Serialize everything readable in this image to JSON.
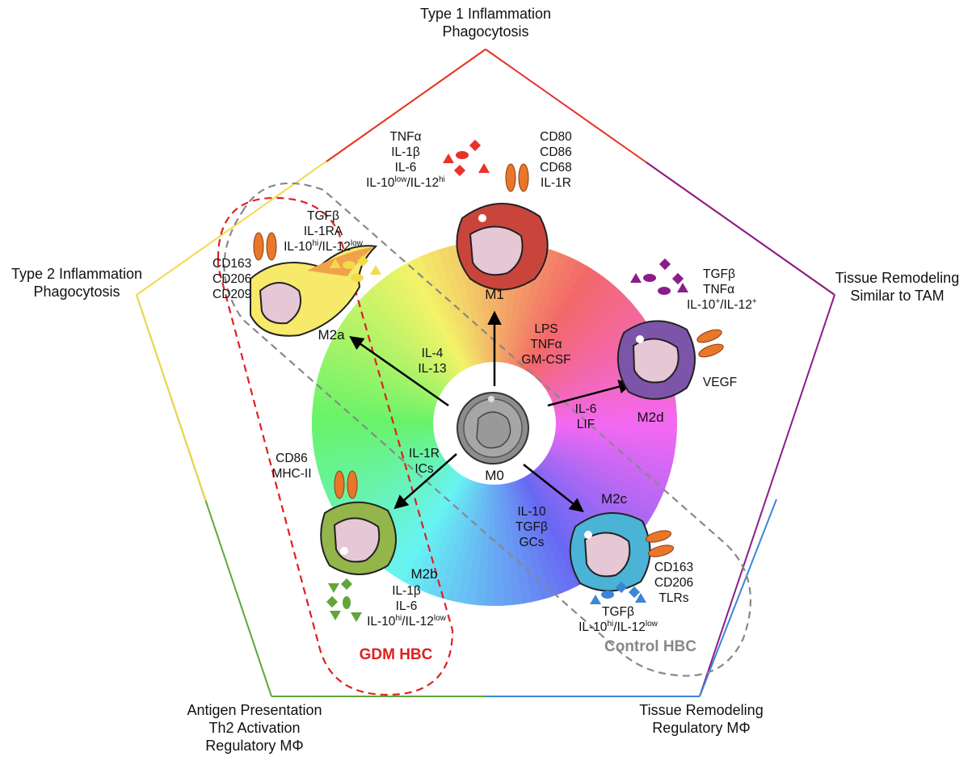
{
  "colors": {
    "m1": "#e8322a",
    "m2d": "#8b1c8b",
    "m2c": "#3b86d6",
    "m2b": "#62a53a",
    "m2a": "#f4d94a",
    "gdm": "#e02020",
    "control": "#888888"
  },
  "corners": {
    "top": [
      "Type 1 Inflammation",
      "Phagocytosis"
    ],
    "left": [
      "Type 2 Inflammation",
      "Phagocytosis"
    ],
    "right": [
      "Tissue Remodeling",
      "Similar to TAM"
    ],
    "bottom_left": [
      "Antigen Presentation",
      "Th2 Activation",
      "Regulatory MΦ"
    ],
    "bottom_right": [
      "Tissue Remodeling",
      "Regulatory MΦ"
    ]
  },
  "cells": {
    "m0": "M0",
    "m1": "M1",
    "m2a": "M2a",
    "m2b": "M2b",
    "m2c": "M2c",
    "m2d": "M2d"
  },
  "stimuli": {
    "m1": [
      "LPS",
      "TNFα",
      "GM-CSF"
    ],
    "m2a": [
      "IL-4",
      "IL-13"
    ],
    "m2b": [
      "IL-1R",
      "ICs"
    ],
    "m2c": [
      "IL-10",
      "TGFβ",
      "GCs"
    ],
    "m2d": [
      "IL-6",
      "LIF"
    ]
  },
  "m1_secreted": {
    "l1": "TNFα",
    "l2": "IL-1β",
    "l3": "IL-6",
    "l4_a": "IL-10",
    "l4_a_sup": "low",
    "l4_b": "/IL-12",
    "l4_b_sup": "hi"
  },
  "m1_markers": [
    "CD80",
    "CD86",
    "CD68",
    "IL-1R"
  ],
  "m2a_secreted": {
    "l1": "TGFβ",
    "l2": "IL-1RA",
    "l3_a": "IL-10",
    "l3_a_sup": "hi",
    "l3_b": "/IL-12",
    "l3_b_sup": "low"
  },
  "m2a_markers": [
    "CD163",
    "CD206",
    "CD209"
  ],
  "m2d_secreted": {
    "l1": "TGFβ",
    "l2": "TNFα",
    "l3_a": "IL-10",
    "l3_a_sup": "+",
    "l3_b": "/IL-12",
    "l3_b_sup": "+"
  },
  "m2d_marker": "VEGF",
  "m2b_markers": [
    "CD86",
    "MHC-II"
  ],
  "m2b_secreted": {
    "l1": "IL-1β",
    "l2": "IL-6",
    "l3_a": "IL-10",
    "l3_a_sup": "hi",
    "l3_b": "/IL-12",
    "l3_b_sup": "low"
  },
  "m2c_markers": [
    "CD163",
    "CD206",
    "TLRs"
  ],
  "m2c_secreted": {
    "l1": "TGFβ",
    "l2_a": "IL-10",
    "l2_a_sup": "hi",
    "l2_b": "/IL-12",
    "l2_b_sup": "low"
  },
  "groups": {
    "gdm": "GDM HBC",
    "control": "Control HBC"
  }
}
